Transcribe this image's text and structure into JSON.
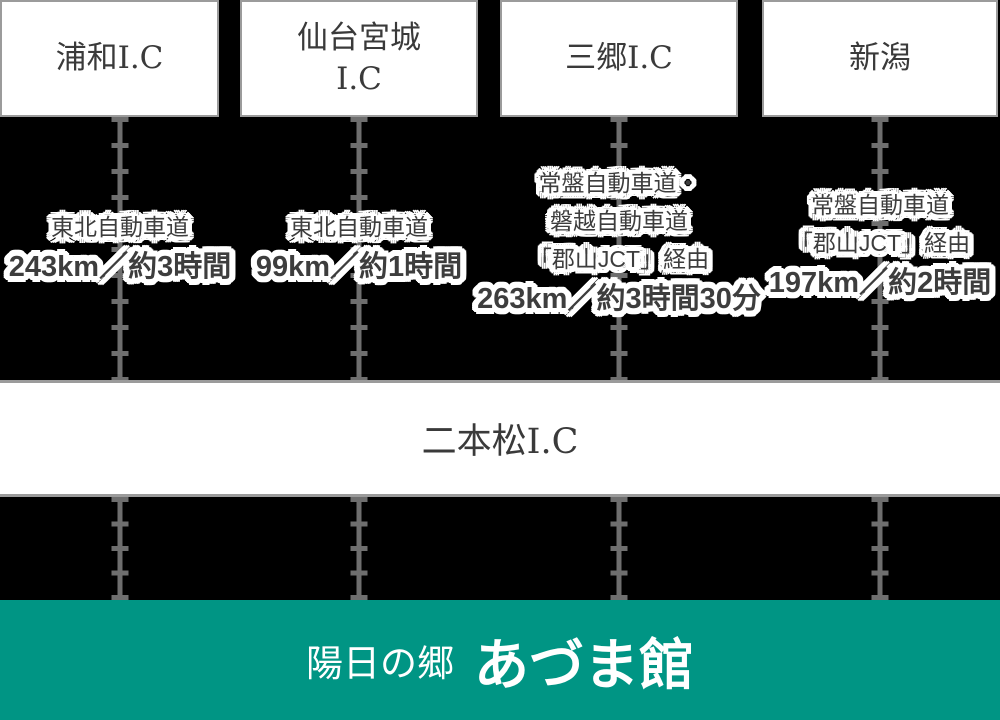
{
  "theme": {
    "background": "#000000",
    "banner_teal": "#009584",
    "line_gray": "#6e6e6e",
    "border_gray": "#9b9b9b",
    "box_text": "#3a3a3a",
    "route_text": "#3d3d3d",
    "halo_white": "#ffffff"
  },
  "origins": [
    {
      "lines": [
        "浦和I.C"
      ]
    },
    {
      "lines": [
        "仙台宮城",
        "I.C"
      ]
    },
    {
      "lines": [
        "三郷I.C"
      ]
    },
    {
      "lines": [
        "新潟"
      ]
    }
  ],
  "routes": [
    {
      "via": [
        "東北自動車道"
      ],
      "distance": "243km／約3時間"
    },
    {
      "via": [
        "東北自動車道"
      ],
      "distance": "99km／約1時間"
    },
    {
      "via": [
        "常盤自動車道・",
        "磐越自動車道",
        "「郡山JCT」経由"
      ],
      "distance": "263km／約3時間30分"
    },
    {
      "via": [
        "常盤自動車道",
        "「郡山JCT」経由"
      ],
      "distance": "197km／約2時間"
    }
  ],
  "interchange": {
    "label": "二本松I.C"
  },
  "destination": {
    "prefix": "陽日の郷",
    "name": "あづま館"
  }
}
